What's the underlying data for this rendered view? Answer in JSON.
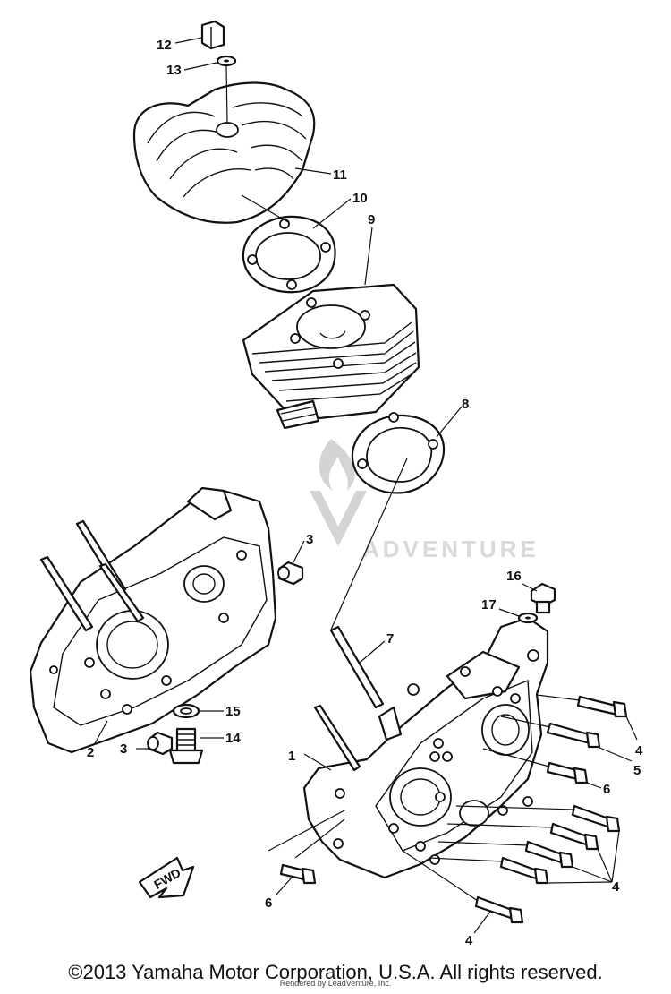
{
  "callouts": {
    "c1": "1",
    "c2": "2",
    "c3a": "3",
    "c3b": "3",
    "c4a": "4",
    "c4b": "4",
    "c4c": "4",
    "c5": "5",
    "c6a": "6",
    "c6b": "6",
    "c7": "7",
    "c8": "8",
    "c9": "9",
    "c10": "10",
    "c11": "11",
    "c12": "12",
    "c13": "13",
    "c14": "14",
    "c15": "15",
    "c16": "16",
    "c17": "17"
  },
  "fwd_label": "FWD",
  "watermark": {
    "text": "ADVENTURE",
    "color": "#d4d4d4"
  },
  "copyright": "©2013 Yamaha Motor Corporation, U.S.A. All rights reserved.",
  "rendered_by": "Rendered by LeadVenture, Inc."
}
